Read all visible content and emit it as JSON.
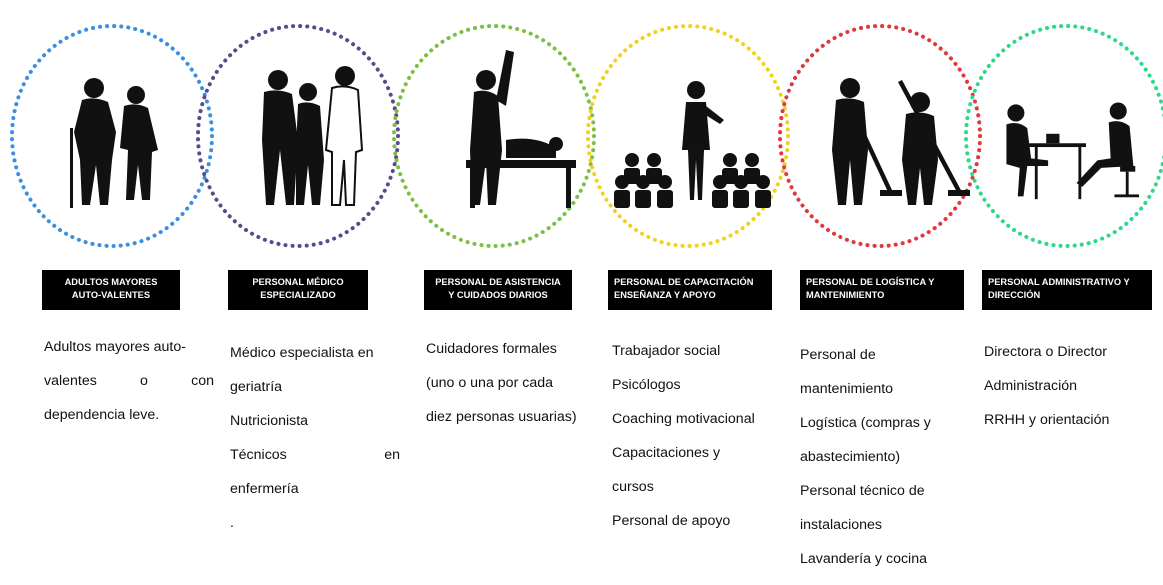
{
  "colors": {
    "ring_1": "#3a8fe0",
    "ring_2": "#5a4a8a",
    "ring_3": "#7cc043",
    "ring_4": "#f0d21c",
    "ring_5": "#e0383d",
    "ring_6": "#2ed889",
    "label_bg": "#000000",
    "silhouette": "#111111"
  },
  "groups": [
    {
      "icon": "elderly-couple-icon",
      "label": [
        "ADULTOS MAYORES",
        "AUTO-VALENTES"
      ],
      "lines": [
        "Adultos mayores auto-",
        "valentes o con",
        "dependencia leve."
      ]
    },
    {
      "icon": "medical-staff-icon",
      "label": [
        "PERSONAL MÉDICO",
        "ESPECIALIZADO"
      ],
      "lines": [
        "Médico especialista en",
        "geriatría",
        "Nutricionista",
        "Técnicos en",
        "enfermería",
        "."
      ]
    },
    {
      "icon": "caregiver-icon",
      "label": [
        "PERSONAL DE ASISTENCIA",
        "Y CUIDADOS DIARIOS"
      ],
      "lines": [
        "Cuidadores formales",
        "(uno o una por cada",
        "diez personas usuarias)"
      ]
    },
    {
      "icon": "training-group-icon",
      "label": [
        "PERSONAL DE CAPACITACIÓN",
        "ENSEÑANZA Y APOYO"
      ],
      "lines": [
        "Trabajador social",
        "Psicólogos",
        "Coaching motivacional",
        "Capacitaciones y",
        "cursos",
        "Personal de apoyo"
      ]
    },
    {
      "icon": "maintenance-workers-icon",
      "label": [
        "PERSONAL DE LOGÍSTICA Y",
        "MANTENIMIENTO"
      ],
      "lines": [
        "Personal de",
        "mantenimiento",
        "Logística (compras y",
        "abastecimiento)",
        "Personal técnico de",
        "instalaciones",
        "Lavandería y cocina"
      ]
    },
    {
      "icon": "office-staff-icon",
      "label": [
        "PERSONAL ADMINISTRATIVO Y",
        "DIRECCIÓN"
      ],
      "lines": [
        "Directora o Director",
        "Administración",
        "RRHH y orientación"
      ]
    }
  ]
}
